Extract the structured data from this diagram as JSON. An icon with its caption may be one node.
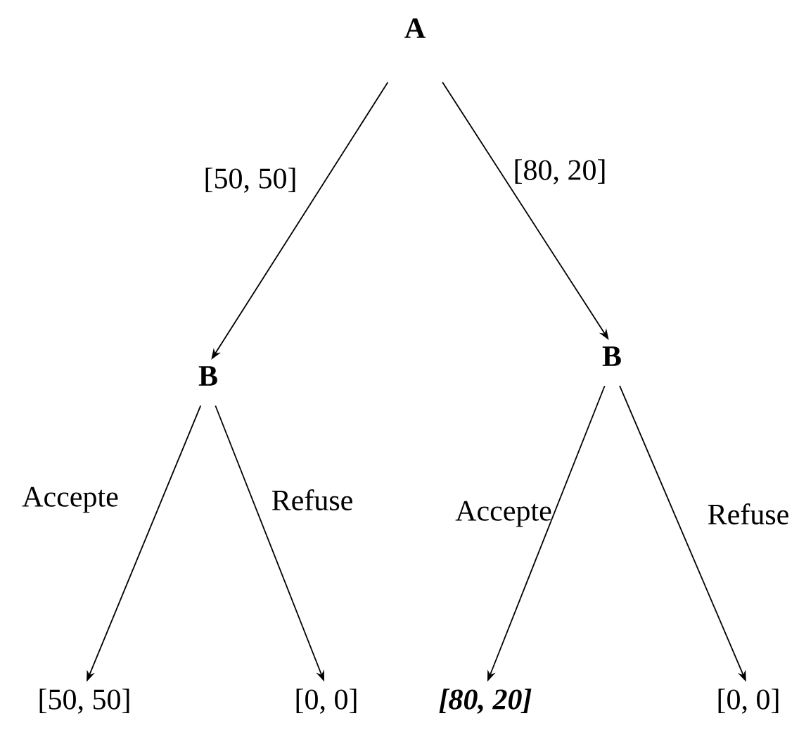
{
  "diagram": {
    "nodes": [
      {
        "text": [
          "A"
        ]
      },
      {
        "text": [
          "B"
        ]
      },
      {
        "text": [
          "B"
        ]
      },
      {
        "text": [
          "[50, 50]"
        ]
      },
      {
        "text": [
          "[0, 0]"
        ]
      },
      {
        "text": [
          "[80, 20]"
        ]
      },
      {
        "text": [
          "[0, 0]"
        ]
      }
    ],
    "edges": [
      {
        "from": 0,
        "to": 1,
        "arrow": "to",
        "label": "[50, 50]"
      },
      {
        "from": 0,
        "to": 2,
        "arrow": "to",
        "label": "[80, 20]"
      },
      {
        "from": 1,
        "to": 3,
        "arrow": "to",
        "label": "Accepte"
      },
      {
        "from": 1,
        "to": 4,
        "arrow": "to",
        "label": "Refuse"
      },
      {
        "from": 2,
        "to": 5,
        "arrow": "to",
        "label": "Accepte"
      },
      {
        "from": 2,
        "to": 6,
        "arrow": "to",
        "label": "Refuse"
      }
    ]
  }
}
